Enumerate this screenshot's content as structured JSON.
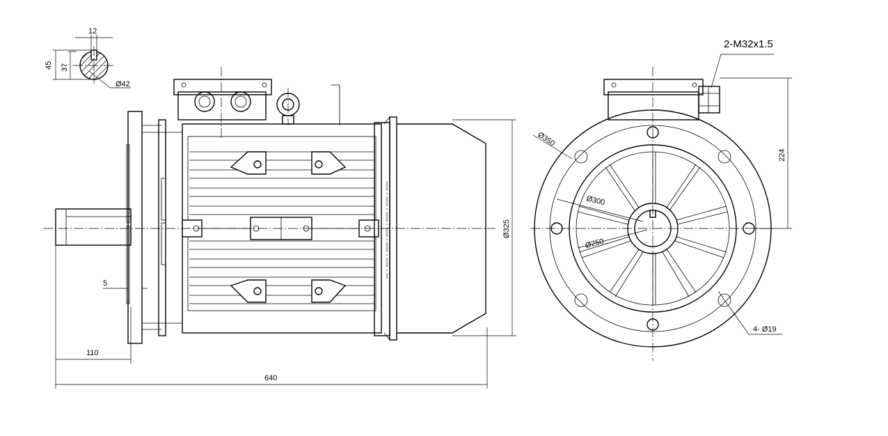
{
  "labels": {
    "key_width": "12",
    "shaft_height_outer": "45",
    "shaft_height_inner": "37",
    "shaft_dia": "Ø42",
    "cable_gland": "2-M32x1.5",
    "flange_offset": "5",
    "shaft_length": "110",
    "total_length": "640",
    "fan_cover_dia": "Ø325",
    "center_height": "224",
    "flange_outer_dia": "Ø350",
    "bolt_circle_dia": "Ø300",
    "spigot_dia": "Ø250",
    "bolt_holes": "4- Ø19"
  }
}
